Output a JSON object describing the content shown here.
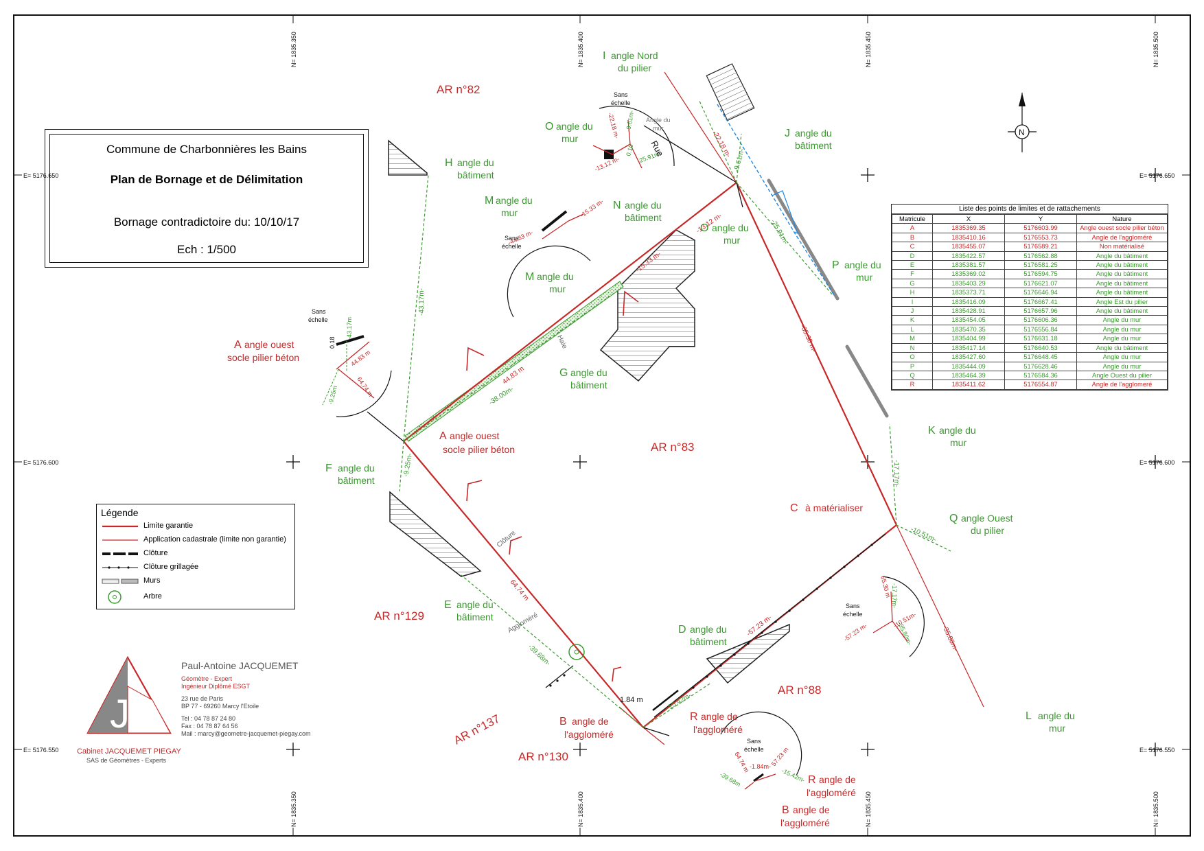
{
  "title_block": {
    "commune": "Commune de Charbonnières les Bains",
    "plan_title": "Plan de Bornage et de Délimitation",
    "bornage_date": "Bornage contradictoire du: 10/10/17",
    "scale": "Ech : 1/500"
  },
  "grid_labels": {
    "n_1835350": "N= 1835.350",
    "n_1835400": "N= 1835.400",
    "n_1835450": "N= 1835.450",
    "n_1835500": "N= 1835.500",
    "e_5176650": "E= 5176.650",
    "e_5176600": "E= 5176.600",
    "e_5176550": "E= 5176.550"
  },
  "parcels": {
    "ar82": "AR n°82",
    "ar83": "AR n°83",
    "ar88": "AR n°88",
    "ar129": "AR n°129",
    "ar130": "AR n°130",
    "ar137": "AR n°137"
  },
  "points": {
    "a_main_letter": "A",
    "a_main_text": [
      "angle ouest",
      "socle pilier béton"
    ],
    "a_inset_letter": "A",
    "a_inset_text": [
      "angle ouest",
      "socle pilier béton"
    ],
    "b_letter": "B",
    "b_text": [
      "angle de",
      "l'aggloméré"
    ],
    "b_inset_letter": "B",
    "b_inset_text": [
      "angle de",
      "l'aggloméré"
    ],
    "c_letter": "C",
    "c_text": "à matérialiser",
    "d_letter": "D",
    "d_text": [
      "angle du",
      "bâtiment"
    ],
    "e_letter": "E",
    "e_text": [
      "angle du",
      "bâtiment"
    ],
    "f_letter": "F",
    "f_text": [
      "angle du",
      "bâtiment"
    ],
    "g_letter": "G",
    "g_text": [
      "angle du",
      "bâtiment"
    ],
    "h_letter": "H",
    "h_text": [
      "angle du",
      "bâtiment"
    ],
    "i_letter": "I",
    "i_text": [
      "angle Nord",
      "du pilier"
    ],
    "j_letter": "J",
    "j_text": [
      "angle du",
      "bâtiment"
    ],
    "k_letter": "K",
    "k_text": [
      "angle du",
      "mur"
    ],
    "l_letter": "L",
    "l_text": [
      "angle du",
      "mur"
    ],
    "m_letter": "M",
    "m_text": [
      "angle du",
      "mur"
    ],
    "m_inset_letter": "M",
    "m_inset_text": [
      "angle du",
      "mur"
    ],
    "n_letter": "N",
    "n_text": [
      "angle du",
      "bâtiment"
    ],
    "o_letter": "O",
    "o_text": [
      "angle du",
      "mur"
    ],
    "o_inset_letter": "O",
    "o_inset_text": [
      "angle du",
      "mur"
    ],
    "p_letter": "P",
    "p_text": [
      "angle du",
      "mur"
    ],
    "q_letter": "Q",
    "q_text": [
      "angle Ouest",
      "du pilier"
    ],
    "r_letter": "R",
    "r_text": [
      "angle de",
      "l'aggloméré"
    ],
    "r_inset_letter": "R",
    "r_inset_text": [
      "angle de",
      "l'aggloméré"
    ]
  },
  "dimensions": {
    "ab_side": "64.74 m",
    "am_side": "44.83 m",
    "a_inset_am": "44.83 m",
    "a_inset_ab": "64.74 m",
    "a_inset_43": "-43.17m",
    "a_inset_925": "-9.25m",
    "a_inset_018": "0.18",
    "ah_dist": "-43.17m-",
    "ag_dist": "-38.00m-",
    "af_dist": "-9.25m-",
    "mn_dist": "-15.33 m-",
    "no_dist": "-13.12 m-",
    "m_inset_44": "-44.83 m-",
    "m_inset_15": "-15.33 m-",
    "oc_side": "-65.30 m-",
    "oj_dist": "-22.18 m-",
    "op_dist": "-25.91m-",
    "oi_dist": "-9.61m-",
    "o_inset_22": "-22.18 m-",
    "o_inset_9": "-9.61m-",
    "o_inset_13": "-13.12 m-",
    "o_inset_25": "-25.91m-",
    "o_inset_01": "0.10",
    "ck_dist": "-17.17m-",
    "cq_dist": "-10.51m-",
    "cl_dist": "-35.80m-",
    "cr_side": "-57.23 m-",
    "rd_dist": "-15.42m-",
    "be_dist": "-39.68m-",
    "br_dist": "1.84 m",
    "c_inset_65": "65.30 m",
    "c_inset_17": "-17.17m-",
    "c_inset_57": "-57.23 m-",
    "c_inset_10": "-10.51m-",
    "c_inset_35": "-35.80m-",
    "b_inset_64": "64.74 m",
    "b_inset_184": "-1.84m-",
    "b_inset_57": "57.23 m",
    "b_inset_39": "-39.68m",
    "b_inset_15": "-15.42m-"
  },
  "annotations": {
    "rue": "Rue",
    "angle_du_mur_small": [
      "Angle du",
      "mur"
    ],
    "haie": "Haie",
    "cloture": "Clôture",
    "agglomere": "Aggloméré",
    "sans_echelle_1": [
      "Sans",
      "échelle"
    ],
    "sans_echelle_2": [
      "Sans",
      "échelle"
    ],
    "sans_echelle_3": [
      "Sans",
      "échelle"
    ],
    "sans_echelle_4": [
      "Sans",
      "échelle"
    ],
    "sans_echelle_5": [
      "Sans",
      "échelle"
    ],
    "north": "N"
  },
  "legend": {
    "title": "Légende",
    "items": [
      {
        "label": "Limite garantie",
        "color": "#c62828"
      },
      {
        "label": "Application cadastrale (limite non garantie)",
        "color": "#c62828"
      },
      {
        "label": "Clôture",
        "color": "#111111"
      },
      {
        "label": "Clôture grillagée",
        "color": "#111111"
      },
      {
        "label": "Murs",
        "color": "#555555"
      },
      {
        "label": "Arbre",
        "color": "#3a9a2e"
      }
    ]
  },
  "points_table": {
    "title": "Liste des points de limites et de rattachements",
    "headers": [
      "Matricule",
      "X",
      "Y",
      "Nature"
    ],
    "rows": [
      {
        "id": "A",
        "x": "1835369.35",
        "y": "5176603.99",
        "nature": "Angle ouest socle pilier béton",
        "color": "#c62828"
      },
      {
        "id": "B",
        "x": "1835410.16",
        "y": "5176553.73",
        "nature": "Angle de l'aggloméré",
        "color": "#c62828"
      },
      {
        "id": "C",
        "x": "1835455.07",
        "y": "5176589.21",
        "nature": "Non matérialisé",
        "color": "#c62828"
      },
      {
        "id": "D",
        "x": "1835422.57",
        "y": "5176562.88",
        "nature": "Angle du bâtiment",
        "color": "#3a9a2e"
      },
      {
        "id": "E",
        "x": "1835381.57",
        "y": "5176581.25",
        "nature": "Angle du bâtiment",
        "color": "#3a9a2e"
      },
      {
        "id": "F",
        "x": "1835369.02",
        "y": "5176594.75",
        "nature": "Angle du bâtiment",
        "color": "#3a9a2e"
      },
      {
        "id": "G",
        "x": "1835403.29",
        "y": "5176621.07",
        "nature": "Angle du bâtiment",
        "color": "#3a9a2e"
      },
      {
        "id": "H",
        "x": "1835373.71",
        "y": "5176646.94",
        "nature": "Angle du bâtiment",
        "color": "#3a9a2e"
      },
      {
        "id": "I",
        "x": "1835416.09",
        "y": "5176667.41",
        "nature": "Angle Est du pilier",
        "color": "#3a9a2e"
      },
      {
        "id": "J",
        "x": "1835428.91",
        "y": "5176657.96",
        "nature": "Angle du bâtiment",
        "color": "#3a9a2e"
      },
      {
        "id": "K",
        "x": "1835454.05",
        "y": "5176606.36",
        "nature": "Angle du mur",
        "color": "#3a9a2e"
      },
      {
        "id": "L",
        "x": "1835470.35",
        "y": "5176556.84",
        "nature": "Angle du mur",
        "color": "#3a9a2e"
      },
      {
        "id": "M",
        "x": "1835404.99",
        "y": "5176631.18",
        "nature": "Angle du mur",
        "color": "#3a9a2e"
      },
      {
        "id": "N",
        "x": "1835417.14",
        "y": "5176640.53",
        "nature": "Angle du bâtiment",
        "color": "#3a9a2e"
      },
      {
        "id": "O",
        "x": "1835427.60",
        "y": "5176648.45",
        "nature": "Angle du mur",
        "color": "#3a9a2e"
      },
      {
        "id": "P",
        "x": "1835444.09",
        "y": "5176628.46",
        "nature": "Angle du mur",
        "color": "#3a9a2e"
      },
      {
        "id": "Q",
        "x": "1835464.39",
        "y": "5176584.36",
        "nature": "Angle Ouest du pilier",
        "color": "#3a9a2e"
      },
      {
        "id": "R",
        "x": "1835411.62",
        "y": "5176554.87",
        "nature": "Angle de l'agglomeré",
        "color": "#c62828"
      }
    ]
  },
  "firm": {
    "name": "Paul-Antoine JACQUEMET",
    "line1": "Géomètre - Expert",
    "line2": "Ingénieur Diplômé ESGT",
    "addr1": "23 rue de Paris",
    "addr2": "BP 77 - 69260 Marcy l'Etoile",
    "tel": "Tel : 04 78 87 24 80",
    "fax": "Fax : 04 78 87 64 56",
    "mail": "Mail : marcy@geometre-jacquemet-piegay.com",
    "cabinet": "Cabinet JACQUEMET PIEGAY",
    "sas": "SAS de Géomètres - Experts",
    "logo_letters": "JP"
  }
}
